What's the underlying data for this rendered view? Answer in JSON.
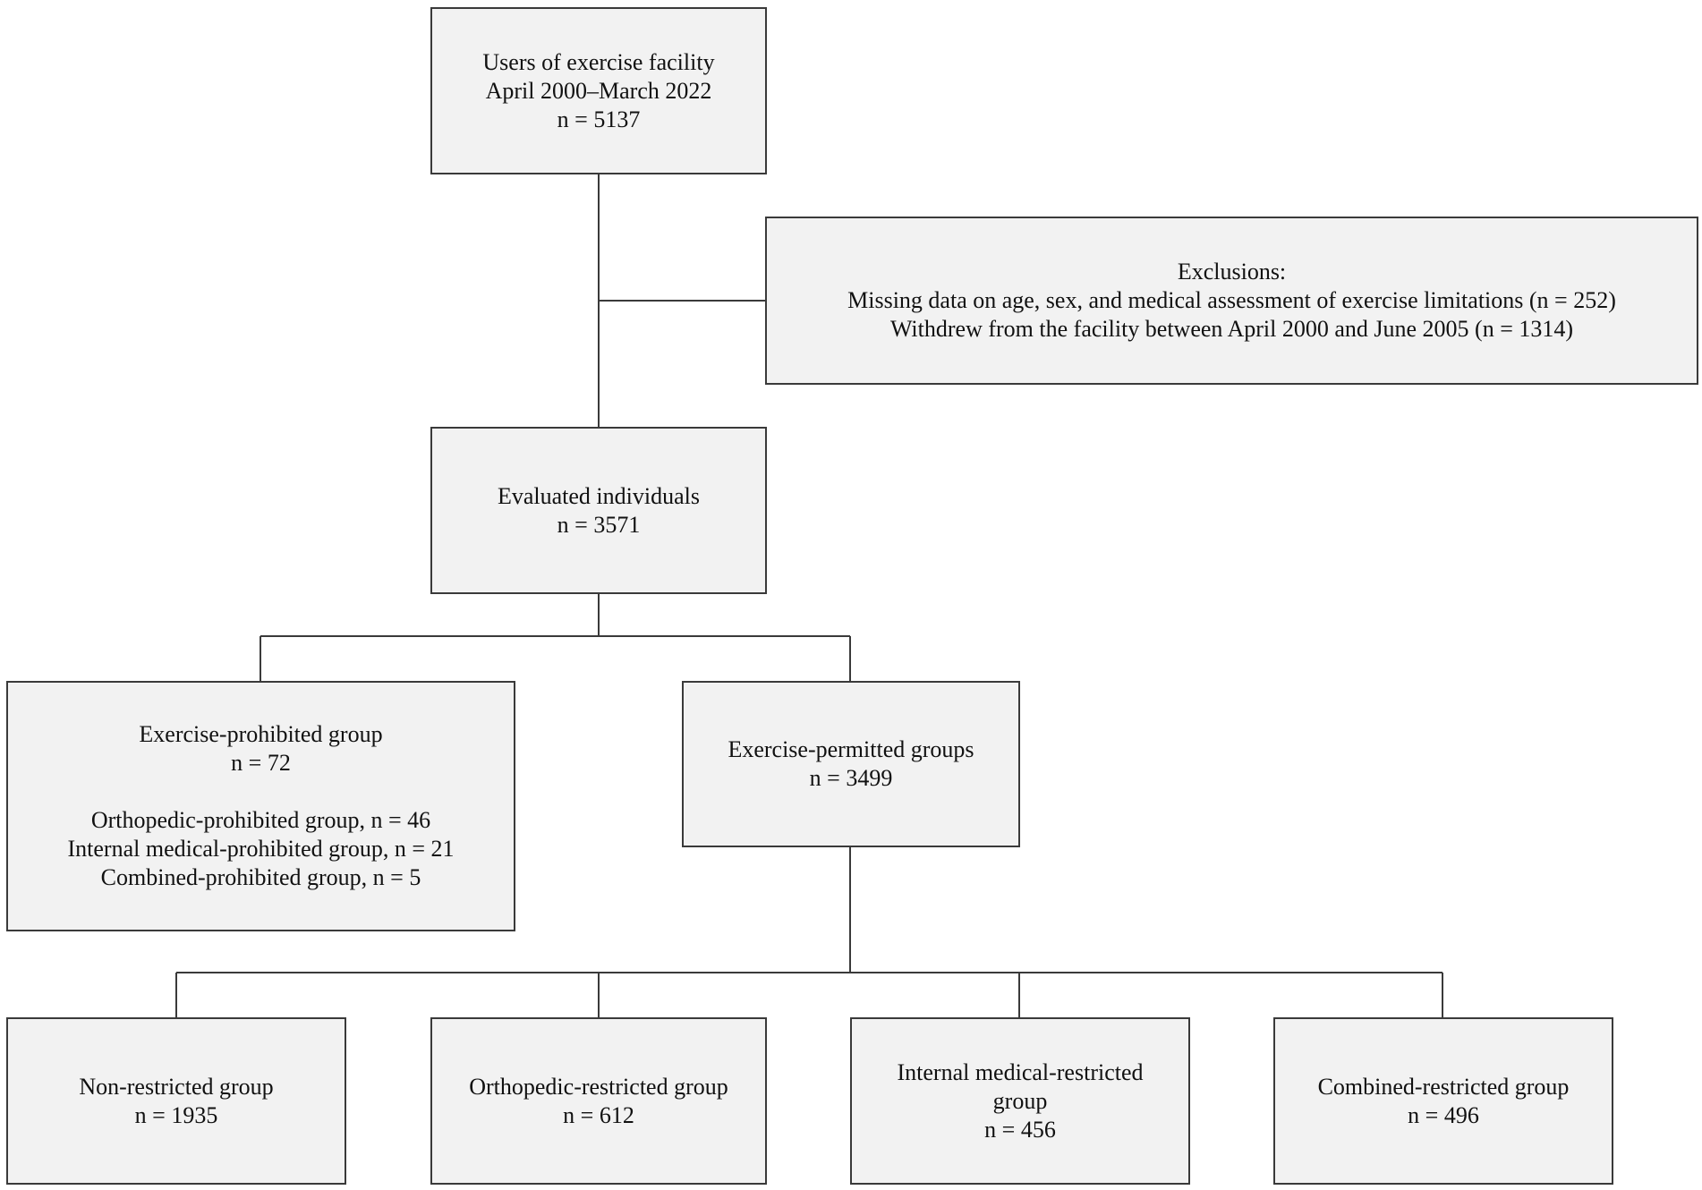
{
  "flowchart": {
    "users": {
      "line1": "Users of exercise facility",
      "line2": "April 2000–March 2022",
      "n": "n = 5137"
    },
    "exclusions": {
      "title": "Exclusions:",
      "item1": "Missing data on age, sex, and medical assessment of exercise limitations (n = 252)",
      "item2": "Withdrew from the facility between April 2000 and June 2005 (n = 1314)"
    },
    "evaluated": {
      "label": "Evaluated individuals",
      "n": "n = 3571"
    },
    "prohibited": {
      "label": "Exercise-prohibited group",
      "n": "n = 72",
      "sub1": "Orthopedic-prohibited group,  n = 46",
      "sub2": "Internal medical-prohibited group,  n = 21",
      "sub3": "Combined-prohibited group,  n = 5"
    },
    "permitted": {
      "label": "Exercise-permitted groups",
      "n": "n = 3499"
    },
    "nonrestricted": {
      "label": "Non-restricted group",
      "n": "n = 1935"
    },
    "orthopedic_restricted": {
      "label": "Orthopedic-restricted group",
      "n": "n = 612"
    },
    "internal_restricted": {
      "line1": "Internal medical-restricted",
      "line2": "group",
      "n": "n = 456"
    },
    "combined_restricted": {
      "label": "Combined-restricted group",
      "n": "n = 496"
    }
  }
}
